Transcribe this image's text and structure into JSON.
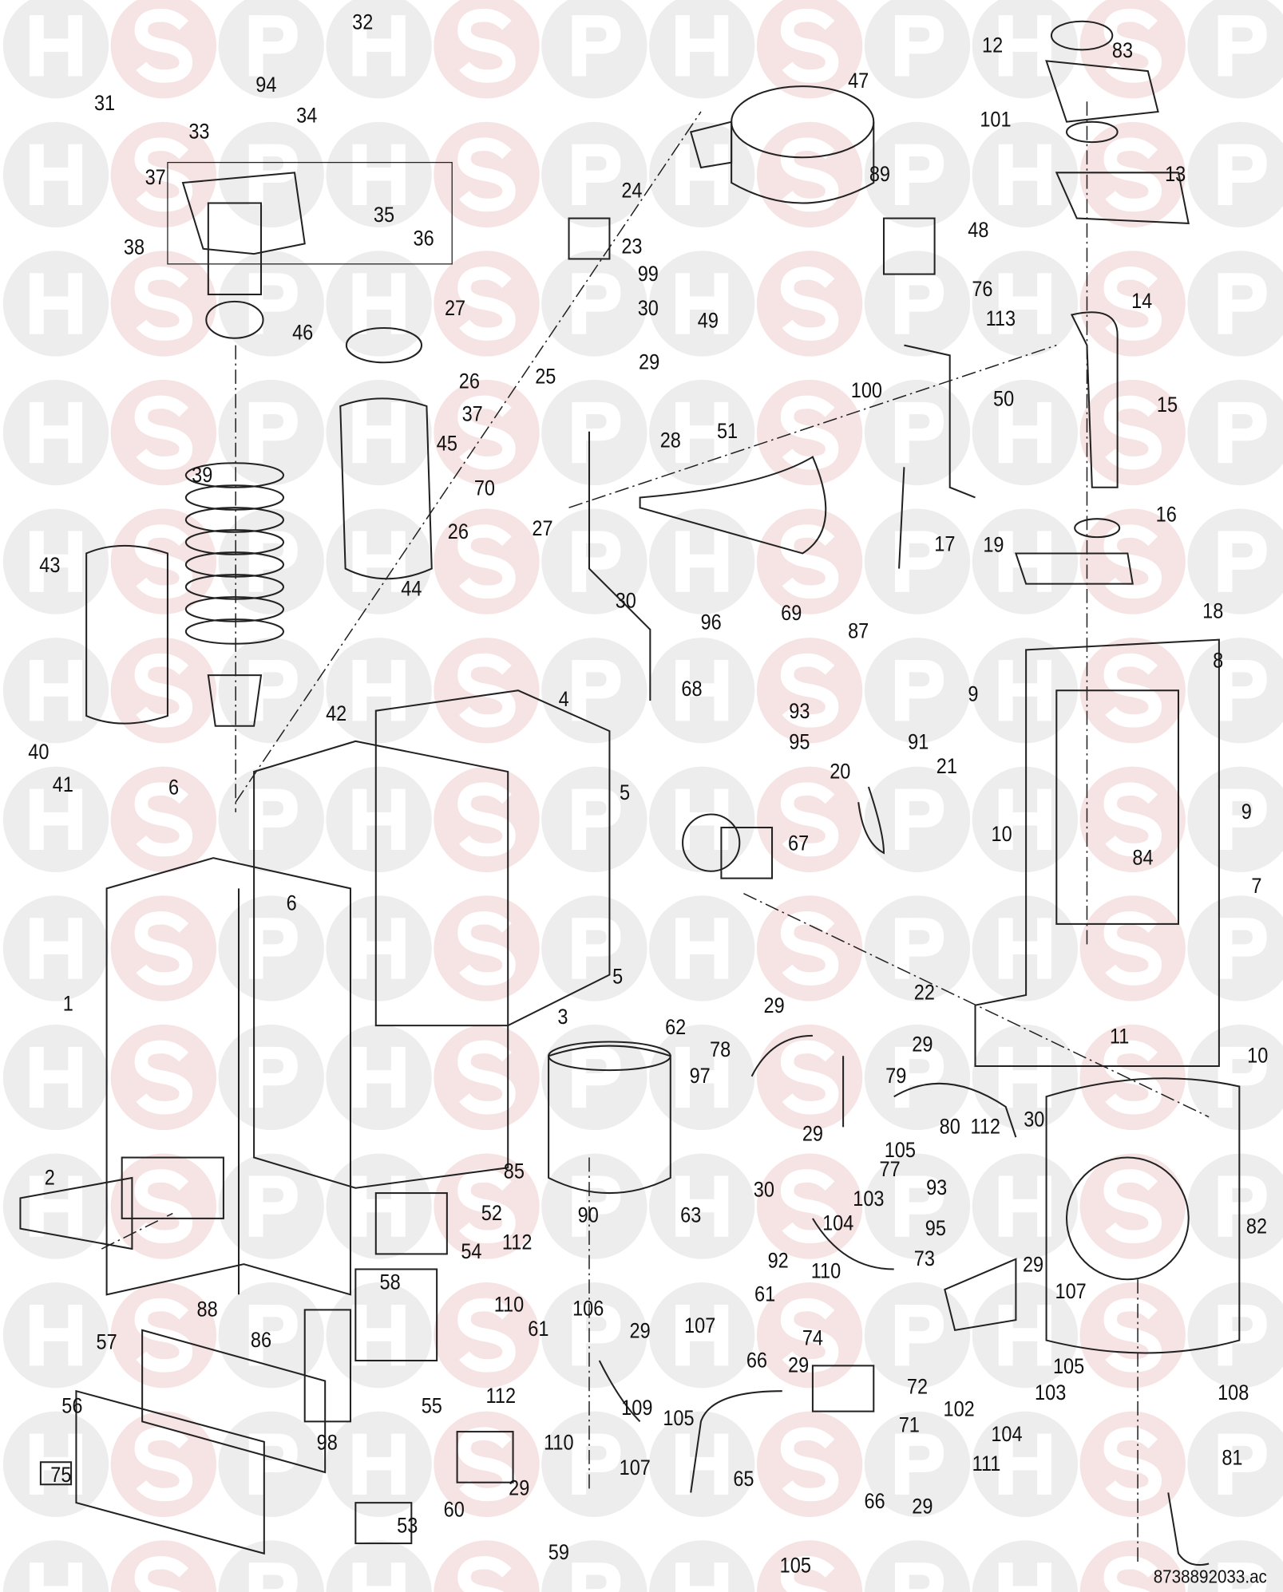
{
  "watermark": {
    "letters": [
      "H",
      "S",
      "P"
    ],
    "grey": "#ededed",
    "pink": "#f6e3e3"
  },
  "labels": [
    "32",
    "94",
    "31",
    "34",
    "33",
    "37",
    "24",
    "47",
    "89",
    "12",
    "83",
    "101",
    "13",
    "38",
    "35",
    "36",
    "23",
    "48",
    "76",
    "99",
    "14",
    "27",
    "30",
    "113",
    "49",
    "46",
    "26",
    "25",
    "29",
    "100",
    "50",
    "15",
    "51",
    "28",
    "37",
    "45",
    "39",
    "70",
    "27",
    "26",
    "16",
    "17",
    "19",
    "43",
    "44",
    "30",
    "96",
    "69",
    "18",
    "8",
    "87",
    "68",
    "4",
    "93",
    "9",
    "42",
    "40",
    "95",
    "91",
    "20",
    "21",
    "41",
    "5",
    "6",
    "9",
    "67",
    "10",
    "84",
    "6",
    "7",
    "1",
    "22",
    "5",
    "3",
    "29",
    "62",
    "78",
    "29",
    "11",
    "10",
    "97",
    "79",
    "80",
    "112",
    "105",
    "30",
    "29",
    "85",
    "2",
    "103",
    "77",
    "93",
    "82",
    "30",
    "104",
    "52",
    "90",
    "63",
    "95",
    "54",
    "112",
    "92",
    "110",
    "73",
    "29",
    "107",
    "88",
    "58",
    "110",
    "106",
    "61",
    "29",
    "107",
    "61",
    "86",
    "57",
    "29",
    "66",
    "74",
    "105",
    "72",
    "108",
    "102",
    "103",
    "56",
    "55",
    "112",
    "109",
    "105",
    "81",
    "98",
    "104",
    "71",
    "75",
    "110",
    "107",
    "111",
    "29",
    "65",
    "66",
    "29",
    "60",
    "53",
    "59",
    "105"
  ],
  "footer": "8738892033.ac"
}
